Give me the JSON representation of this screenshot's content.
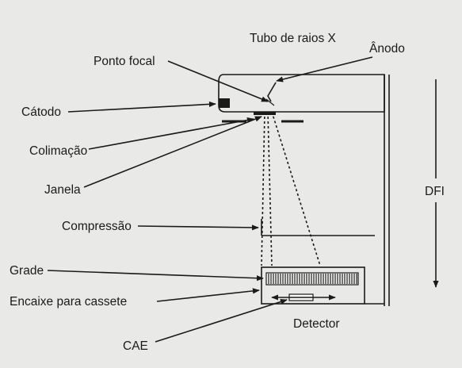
{
  "labels": {
    "tubo": "Tubo de raios X",
    "anodo": "Ânodo",
    "ponto_focal": "Ponto focal",
    "catodo": "Cátodo",
    "colimacao": "Colimação",
    "janela": "Janela",
    "compressao": "Compressão",
    "grade": "Grade",
    "encaixe": "Encaixe para cassete",
    "detector": "Detector",
    "cae": "CAE",
    "dfi": "DFI"
  },
  "colors": {
    "ink": "#1a1a1a",
    "paper": "#e9e9e7"
  }
}
